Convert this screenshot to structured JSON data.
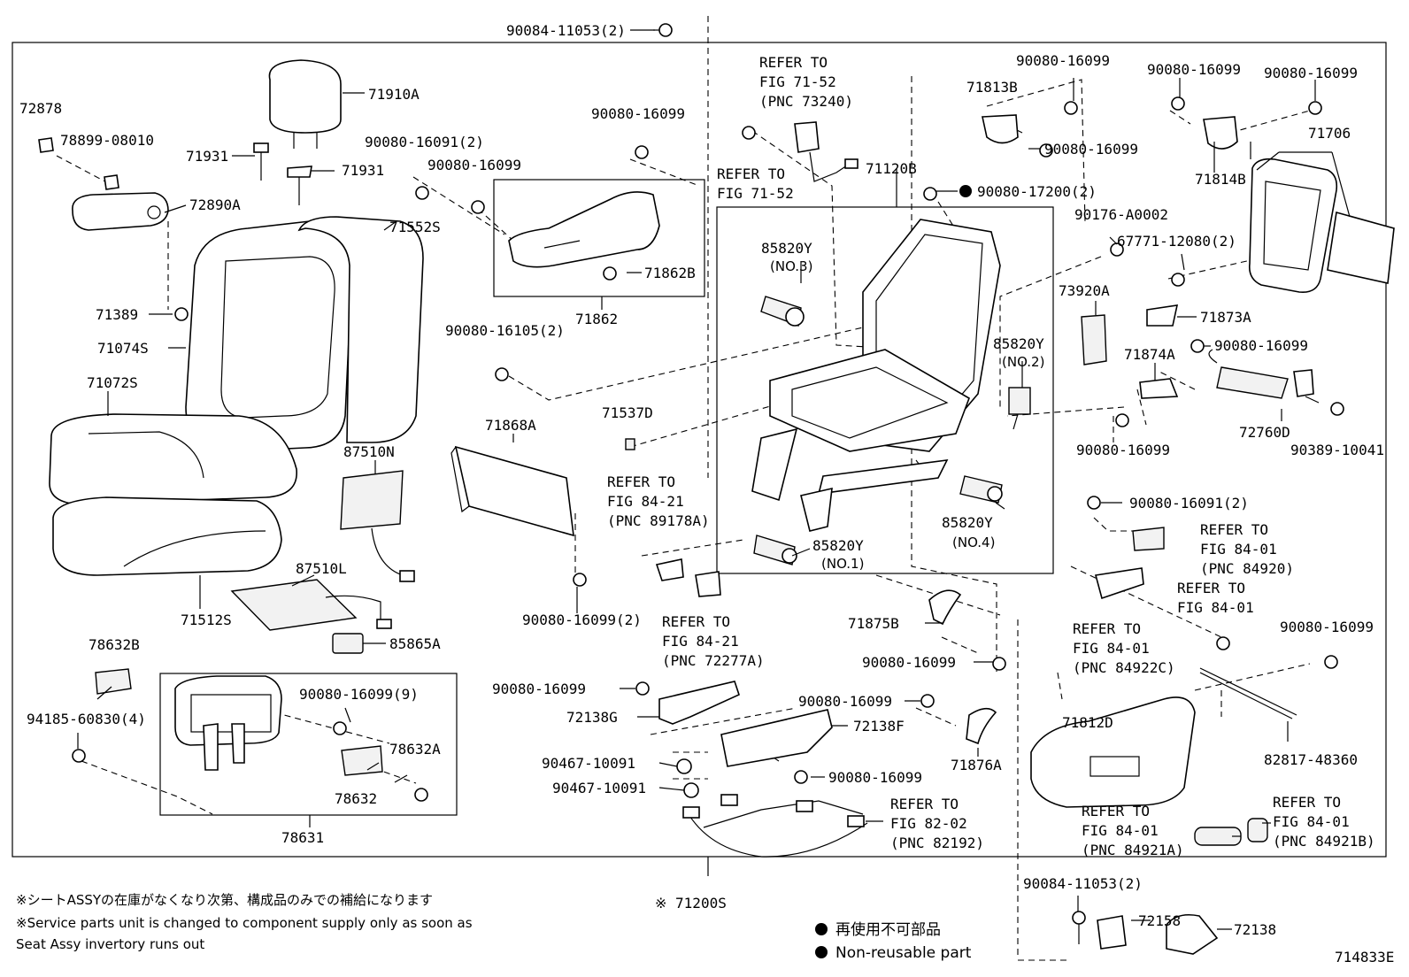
{
  "labels": {
    "l_90084_top": "90084-11053(2)",
    "l_72878": "72878",
    "l_78899": "78899-08010",
    "l_71910A": "71910A",
    "l_71931a": "71931",
    "l_71931b": "71931",
    "l_72890A": "72890A",
    "l_71552S": "71552S",
    "l_71389": "71389",
    "l_71074S": "71074S",
    "l_71072S": "71072S",
    "l_87510N": "87510N",
    "l_87510L": "87510L",
    "l_71512S": "71512S",
    "l_85865A": "85865A",
    "l_78632B": "78632B",
    "l_94185": "94185-60830(4)",
    "l_90080_9": "90080-16099(9)",
    "l_78632A": "78632A",
    "l_78632": "78632",
    "l_78631": "78631",
    "l_90080_16091_2a": "90080-16091(2)",
    "l_90080_16099_a": "90080-16099",
    "l_90080_16099_b": "90080-16099",
    "l_71862B": "71862B",
    "l_71862": "71862",
    "l_90080_16105": "90080-16105(2)",
    "l_71868A": "71868A",
    "l_71537D": "71537D",
    "l_90080_16099_2": "90080-16099(2)",
    "l_90080_16099_c": "90080-16099",
    "l_72138G": "72138G",
    "l_90467_a": "90467-10091",
    "l_90467_b": "90467-10091",
    "l_90080_16099_d": "90080-16099",
    "l_72138F": "72138F",
    "l_90080_16099_e": "90080-16099",
    "l_71120B": "71120B",
    "l_90080_17200": "90080-17200(2)",
    "l_85820Y_1": "85820Y",
    "l_no3": "(NO.3)",
    "l_85820Y_2": "85820Y",
    "l_no2": "(NO.2)",
    "l_85820Y_3": "85820Y",
    "l_no4": "(NO.4)",
    "l_85820Y_4": "85820Y",
    "l_no1": "(NO.1)",
    "l_71875B": "71875B",
    "l_90080_16099_f": "90080-16099",
    "l_71876A": "71876A",
    "l_71813B": "71813B",
    "l_90080_16099_g": "90080-16099",
    "l_90080_16099_h": "90080-16099",
    "l_90080_16099_i": "90080-16099",
    "l_90080_16099_j": "90080-16099",
    "l_71706": "71706",
    "l_71814B": "71814B",
    "l_90176": "90176-A0002",
    "l_67771": "67771-12080(2)",
    "l_73920A": "73920A",
    "l_71873A": "71873A",
    "l_90080_16099_k": "90080-16099",
    "l_71874A": "71874A",
    "l_90080_16099_l": "90080-16099",
    "l_72760D": "72760D",
    "l_90389": "90389-10041",
    "l_90080_16091_2b": "90080-16091(2)",
    "l_90080_16099_m": "90080-16099",
    "l_71812D": "71812D",
    "l_82817": "82817-48360",
    "l_71200S": "※ 71200S",
    "l_90084_bottom": "90084-11053(2)",
    "l_72158": "72158",
    "l_72138": "72138",
    "l_figure_id": "714833E"
  },
  "refers": {
    "r1": [
      "REFER TO",
      "FIG 71-52",
      "(PNC 73240)"
    ],
    "r2": [
      "REFER TO",
      "FIG 71-52"
    ],
    "r3": [
      "REFER TO",
      "FIG 84-21",
      "(PNC 89178A)"
    ],
    "r4": [
      "REFER TO",
      "FIG 84-21",
      "(PNC 72277A)"
    ],
    "r5": [
      "REFER TO",
      "FIG 82-02",
      "(PNC 82192)"
    ],
    "r6": [
      "REFER TO",
      "FIG 84-01",
      "(PNC 84920)"
    ],
    "r7": [
      "REFER TO",
      "FIG 84-01"
    ],
    "r8": [
      "REFER TO",
      "FIG 84-01",
      "(PNC 84922C)"
    ],
    "r9": [
      "REFER TO",
      "FIG 84-01",
      "(PNC 84921A)"
    ],
    "r10": [
      "REFER TO",
      "FIG 84-01",
      "(PNC 84921B)"
    ]
  },
  "notes": {
    "jp": "※シートASSYの在庫がなくなり次第、構成品のみでの補給になります",
    "en1": "※Service parts unit is changed to component supply only as soon as",
    "en2": "Seat Assy invertory runs out",
    "legend_jp": "再使用不可部品",
    "legend_en": "Non-reusable part"
  }
}
